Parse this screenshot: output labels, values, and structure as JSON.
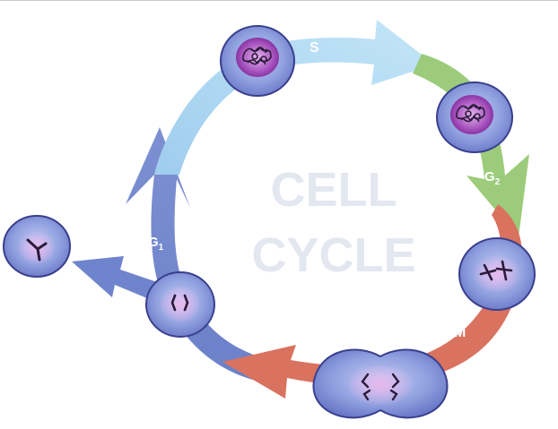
{
  "title": {
    "line1": "CELL",
    "line2": "CYCLE"
  },
  "phases": {
    "s": {
      "label": "S"
    },
    "g2": {
      "label": "G",
      "subscript": "2"
    },
    "m": {
      "label": "M"
    },
    "g1": {
      "label": "G",
      "subscript": "1"
    }
  },
  "colors": {
    "s_arrow": "#a9d6f2",
    "g2_arrow": "#9ccc7b",
    "m_arrow": "#d9725f",
    "g1_arrow": "#7a8fd0",
    "exit_arrow": "#6e84cc",
    "cell_fill": "#8fa0df",
    "cell_rim": "#3a3f8e",
    "nucleus": "#a44fbc",
    "chromatin": "#2b1b3a",
    "title_text": "#e3e7f0",
    "phase_label": "#ffffff"
  }
}
